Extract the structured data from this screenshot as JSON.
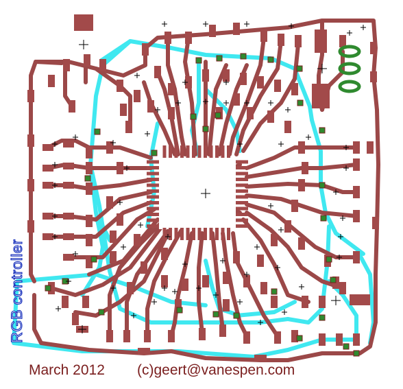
{
  "board": {
    "title": "RGB controller",
    "date": "March 2012",
    "credit": "(c)geert@vanespen.com"
  },
  "colors": {
    "background": "#ffffff",
    "copper_trace": "#9b4848",
    "copper_pad": "#a24a4a",
    "top_trace": "#40e8f0",
    "via": "#2f8a2f",
    "label_fill": "#ffffff",
    "label_outline": "#0b25b8",
    "footer_text": "#7a1e1e"
  }
}
